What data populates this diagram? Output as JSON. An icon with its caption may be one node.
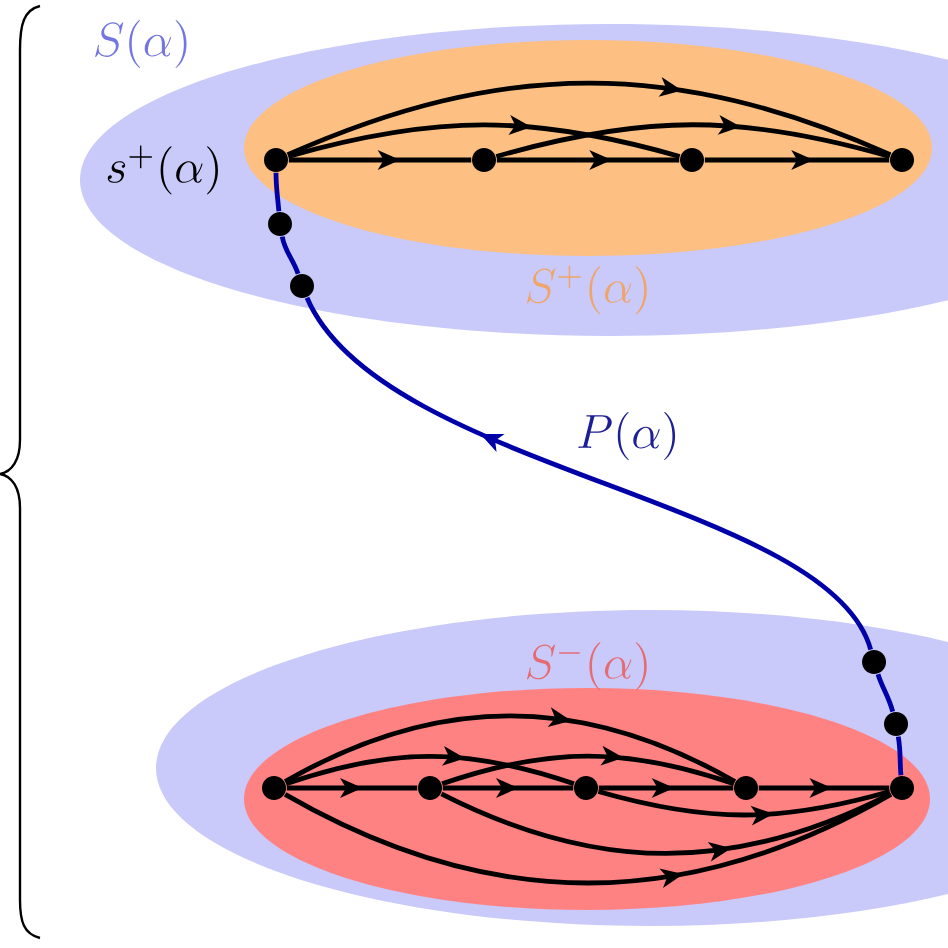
{
  "diagram": {
    "nodes": [
      {
        "text": [
          "S(\\alpha)"
        ]
      },
      {
        "text": [
          "S^{+}(\\alpha)"
        ],
        "in": 0
      },
      {
        "text": [],
        "shape": "circle",
        "beside": [
          "s^{+}(\\alpha)"
        ],
        "in": 1
      },
      {
        "text": [],
        "shape": "circle",
        "in": 1
      },
      {
        "text": [],
        "shape": "circle",
        "in": 1
      },
      {
        "text": [],
        "shape": "circle",
        "in": 1
      },
      {
        "text": [],
        "shape": "circle",
        "in": 0
      },
      {
        "text": [],
        "shape": "circle",
        "in": 0
      },
      {
        "text": [],
        "shape": "ellipse"
      },
      {
        "text": [],
        "shape": "circle",
        "in": 8
      },
      {
        "text": [],
        "shape": "circle",
        "in": 8
      },
      {
        "text": [
          "S^{-}(\\alpha)"
        ],
        "in": 8
      },
      {
        "text": [],
        "shape": "circle",
        "in": 11
      },
      {
        "text": [],
        "shape": "circle",
        "in": 11
      },
      {
        "text": [],
        "shape": "circle",
        "in": 11
      },
      {
        "text": [],
        "shape": "circle",
        "in": 11
      },
      {
        "text": [],
        "shape": "circle",
        "in": 11
      }
    ],
    "edges": [
      {
        "from": 2,
        "to": 3,
        "arrow": "to"
      },
      {
        "from": 2,
        "to": 4,
        "arrow": "to"
      },
      {
        "from": 2,
        "to": 5,
        "arrow": "to"
      },
      {
        "from": 3,
        "to": 4,
        "arrow": "to"
      },
      {
        "from": 3,
        "to": 5,
        "arrow": "to"
      },
      {
        "from": 4,
        "to": 5,
        "arrow": "to"
      },
      {
        "from": 16,
        "to": 10,
        "arrow": "none",
        "color": "#0000a8"
      },
      {
        "from": 10,
        "to": 9,
        "arrow": "none",
        "color": "#0000a8"
      },
      {
        "from": 9,
        "to": 7,
        "arrow": "to",
        "label": "P(\\alpha)",
        "color": "#0000a8"
      },
      {
        "from": 7,
        "to": 6,
        "arrow": "none",
        "color": "#0000a8"
      },
      {
        "from": 6,
        "to": 2,
        "arrow": "none",
        "color": "#0000a8"
      },
      {
        "from": 12,
        "to": 13,
        "arrow": "to"
      },
      {
        "from": 12,
        "to": 14,
        "arrow": "to"
      },
      {
        "from": 12,
        "to": 15,
        "arrow": "to"
      },
      {
        "from": 12,
        "to": 16,
        "arrow": "to"
      },
      {
        "from": 13,
        "to": 14,
        "arrow": "to"
      },
      {
        "from": 13,
        "to": 15,
        "arrow": "to"
      },
      {
        "from": 13,
        "to": 16,
        "arrow": "to"
      },
      {
        "from": 14,
        "to": 15,
        "arrow": "to"
      },
      {
        "from": 14,
        "to": 16,
        "arrow": "to"
      },
      {
        "from": 15,
        "to": 16,
        "arrow": "to"
      }
    ]
  }
}
